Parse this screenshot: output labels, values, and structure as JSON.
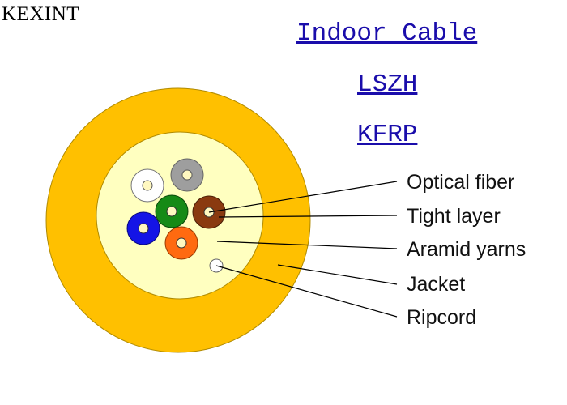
{
  "brand": "KEXINT",
  "links": {
    "product": "Indoor Cable",
    "sheath": "LSZH",
    "strength": "KFRP"
  },
  "labels": {
    "optical_fiber": "Optical fiber",
    "tight_layer": "Tight layer",
    "aramid_yarns": "Aramid yarns",
    "jacket": "Jacket",
    "ripcord": "Ripcord"
  },
  "colors": {
    "jacket": "#FFC000",
    "aramid": "#FFFFC0",
    "fiber_white": "#FFFFFF",
    "fiber_gray": "#9E9E9E",
    "fiber_green": "#168A16",
    "fiber_brown": "#8A3A10",
    "fiber_blue": "#1414E6",
    "fiber_orange": "#FF6A10",
    "fiber_core": "#FFF8C0"
  }
}
